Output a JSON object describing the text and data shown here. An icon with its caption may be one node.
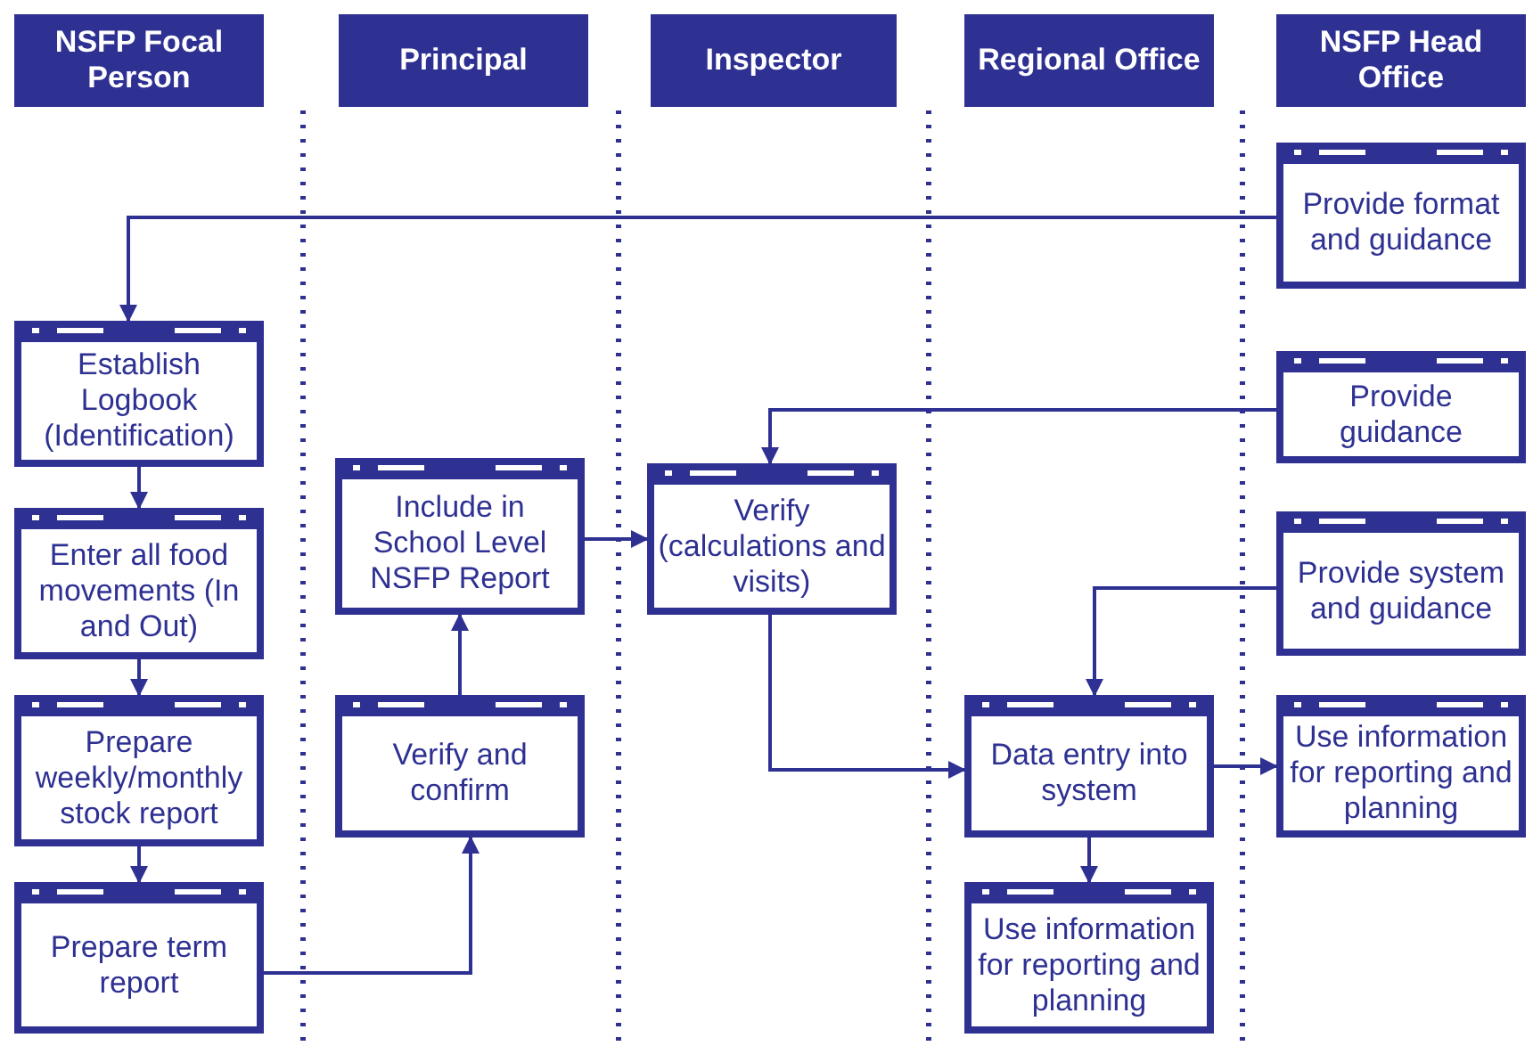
{
  "diagram": {
    "nodes": [
      {
        "text": [
          "NSFP Focal Person"
        ]
      },
      {
        "text": [
          "Principal"
        ]
      },
      {
        "text": [
          "Inspector"
        ]
      },
      {
        "text": [
          "Regional Office"
        ]
      },
      {
        "text": [
          "NSFP Head Office"
        ]
      },
      {
        "text": [
          "Provide format and guidance"
        ]
      },
      {
        "text": [
          "Establish Logbook (Identification)"
        ]
      },
      {
        "text": [
          "Provide guidance"
        ]
      },
      {
        "text": [
          "Include in School Level NSFP Report"
        ]
      },
      {
        "text": [
          "Verify (calculations and visits)"
        ]
      },
      {
        "text": [
          "Enter all food movements (In and Out)"
        ]
      },
      {
        "text": [
          "Provide system and guidance"
        ]
      },
      {
        "text": [
          "Verify and confirm"
        ]
      },
      {
        "text": [
          "Prepare weekly/monthly stock report"
        ]
      },
      {
        "text": [
          "Data entry into system"
        ]
      },
      {
        "text": [
          "Use information for reporting and planning"
        ]
      },
      {
        "text": [
          "Prepare term report"
        ]
      },
      {
        "text": [
          "Use information for reporting and planning"
        ]
      }
    ],
    "edges": [
      {
        "from": 5,
        "to": 6,
        "arrow": "to"
      },
      {
        "from": 6,
        "to": 10,
        "arrow": "to"
      },
      {
        "from": 10,
        "to": 13,
        "arrow": "to"
      },
      {
        "from": 13,
        "to": 16,
        "arrow": "to"
      },
      {
        "from": 16,
        "to": 12,
        "arrow": "to"
      },
      {
        "from": 12,
        "to": 8,
        "arrow": "to"
      },
      {
        "from": 8,
        "to": 9,
        "arrow": "to"
      },
      {
        "from": 7,
        "to": 9,
        "arrow": "to"
      },
      {
        "from": 9,
        "to": 14,
        "arrow": "to"
      },
      {
        "from": 11,
        "to": 14,
        "arrow": "to"
      },
      {
        "from": 14,
        "to": 15,
        "arrow": "to"
      },
      {
        "from": 14,
        "to": 17,
        "arrow": "to"
      }
    ]
  }
}
